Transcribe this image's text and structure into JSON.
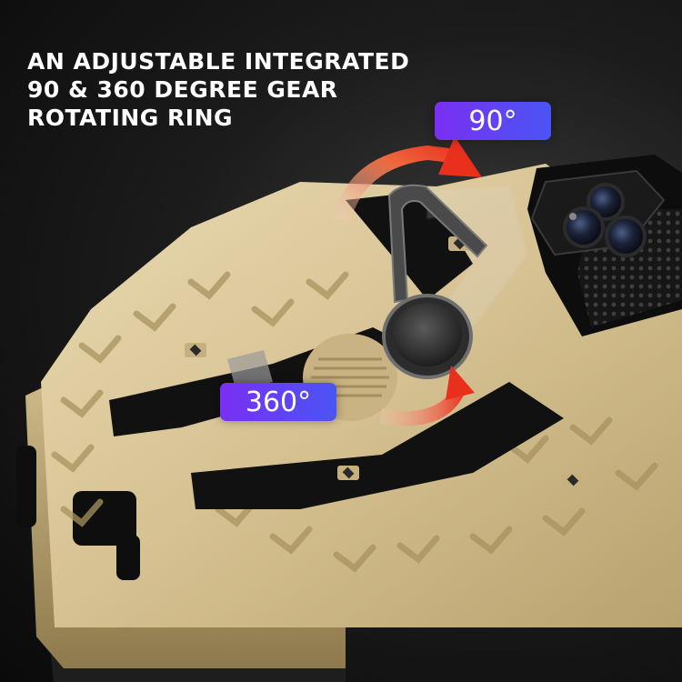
{
  "headline": {
    "lines": [
      "AN ADJUSTABLE INTEGRATED",
      "90 & 360 DEGREE GEAR",
      "ROTATING RING"
    ]
  },
  "badges": {
    "rotation_90": "90°",
    "rotation_360": "360°"
  },
  "colors": {
    "background": "#1a1a1a",
    "case_gold": "#d8c49a",
    "case_shadow": "#a8935f",
    "accent_black": "#111111",
    "arrow_red": "#e8301c",
    "badge_purple": "#7a2ff2",
    "badge_blue": "#4a55f5"
  }
}
